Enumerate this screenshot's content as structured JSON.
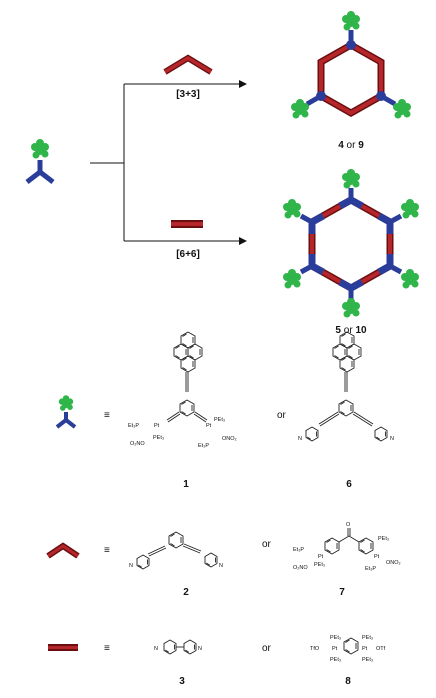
{
  "scheme": {
    "label_33": "[3+3]",
    "label_66": "[6+6]",
    "prod_top_a": "4",
    "prod_top_or": " or ",
    "prod_top_b": "9",
    "prod_bot_a": "5",
    "prod_bot_or": " or ",
    "prod_bot_b": "10"
  },
  "legend": {
    "equiv": "≡",
    "or": "or",
    "c1": "1",
    "c6": "6",
    "c2": "2",
    "c7": "7",
    "c3": "3",
    "c8": "8"
  },
  "chem": {
    "pet3": "PEt₃",
    "et3p": "Et₃P",
    "pt": "Pt",
    "ono2": "ONO₂",
    "o2no": "O₂NO",
    "n": "N",
    "o": "O",
    "tfo": "TfO",
    "otf": "OTf"
  },
  "colors": {
    "blue": "#2b3d9a",
    "red": "#b5262a",
    "dark_red": "#6b0e10",
    "green": "#2fb54a"
  }
}
